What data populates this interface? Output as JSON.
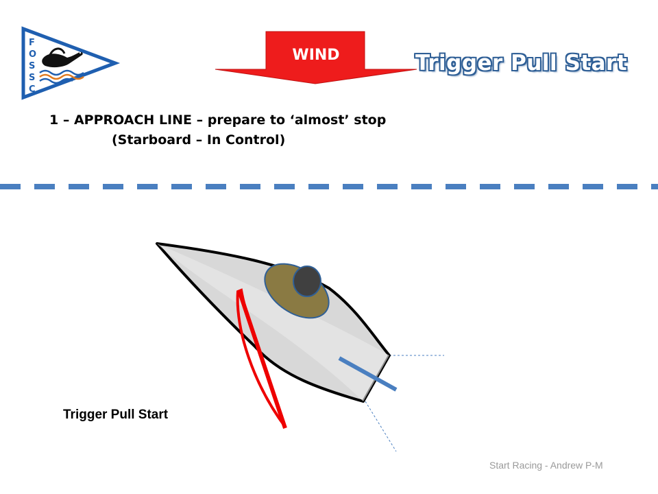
{
  "slide": {
    "title": "Trigger Pull Start",
    "wind_label": "WIND",
    "step_line1": "1 – APPROACH LINE – prepare to ‘almost’ stop",
    "step_line2": "(Starboard – In Control)",
    "bottom_label": "Trigger Pull Start",
    "footer": "Start Racing - Andrew P-M"
  },
  "logo": {
    "letters": [
      "F",
      "O",
      "S",
      "S",
      "C"
    ],
    "description_icon": "pennant-flag-with-goose-icon"
  },
  "colors": {
    "wind_arrow": "#ee1c1c",
    "title_outline": "#2f5f96",
    "start_line": "#4a7fc0",
    "hull_fill": "#d8d8d8",
    "sail": "#ee0000",
    "crew_body": "#8a7a43",
    "crew_head": "#404040",
    "tiller": "#4a7fc0",
    "logo_border": "#1f5fb0"
  }
}
